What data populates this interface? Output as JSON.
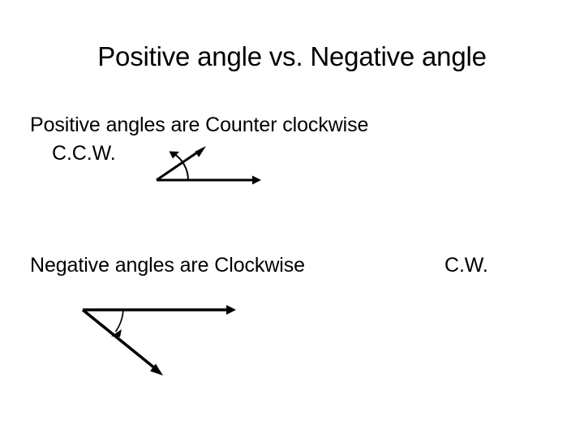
{
  "slide": {
    "title": "Positive angle vs. Negative angle",
    "background_color": "#ffffff",
    "text_color": "#000000",
    "body": {
      "positive_line": "Positive angles are Counter clockwise",
      "ccw_label": "C.C.W.",
      "negative_line": "Negative angles are Clockwise",
      "cw_label": "C.W."
    },
    "diagrams": [
      {
        "name": "positive-angle-diagram",
        "rotation": "counter-clockwise",
        "description": "Initial side horizontal ray pointing right, terminal side ray pointing up and to the right, arc arrow sweeping counter-clockwise from the horizontal ray to the terminal ray"
      },
      {
        "name": "negative-angle-diagram",
        "rotation": "clockwise",
        "description": "Initial side horizontal ray pointing right, terminal side ray pointing down and to the right, arc arrow sweeping clockwise from the horizontal ray to the terminal ray"
      }
    ]
  }
}
